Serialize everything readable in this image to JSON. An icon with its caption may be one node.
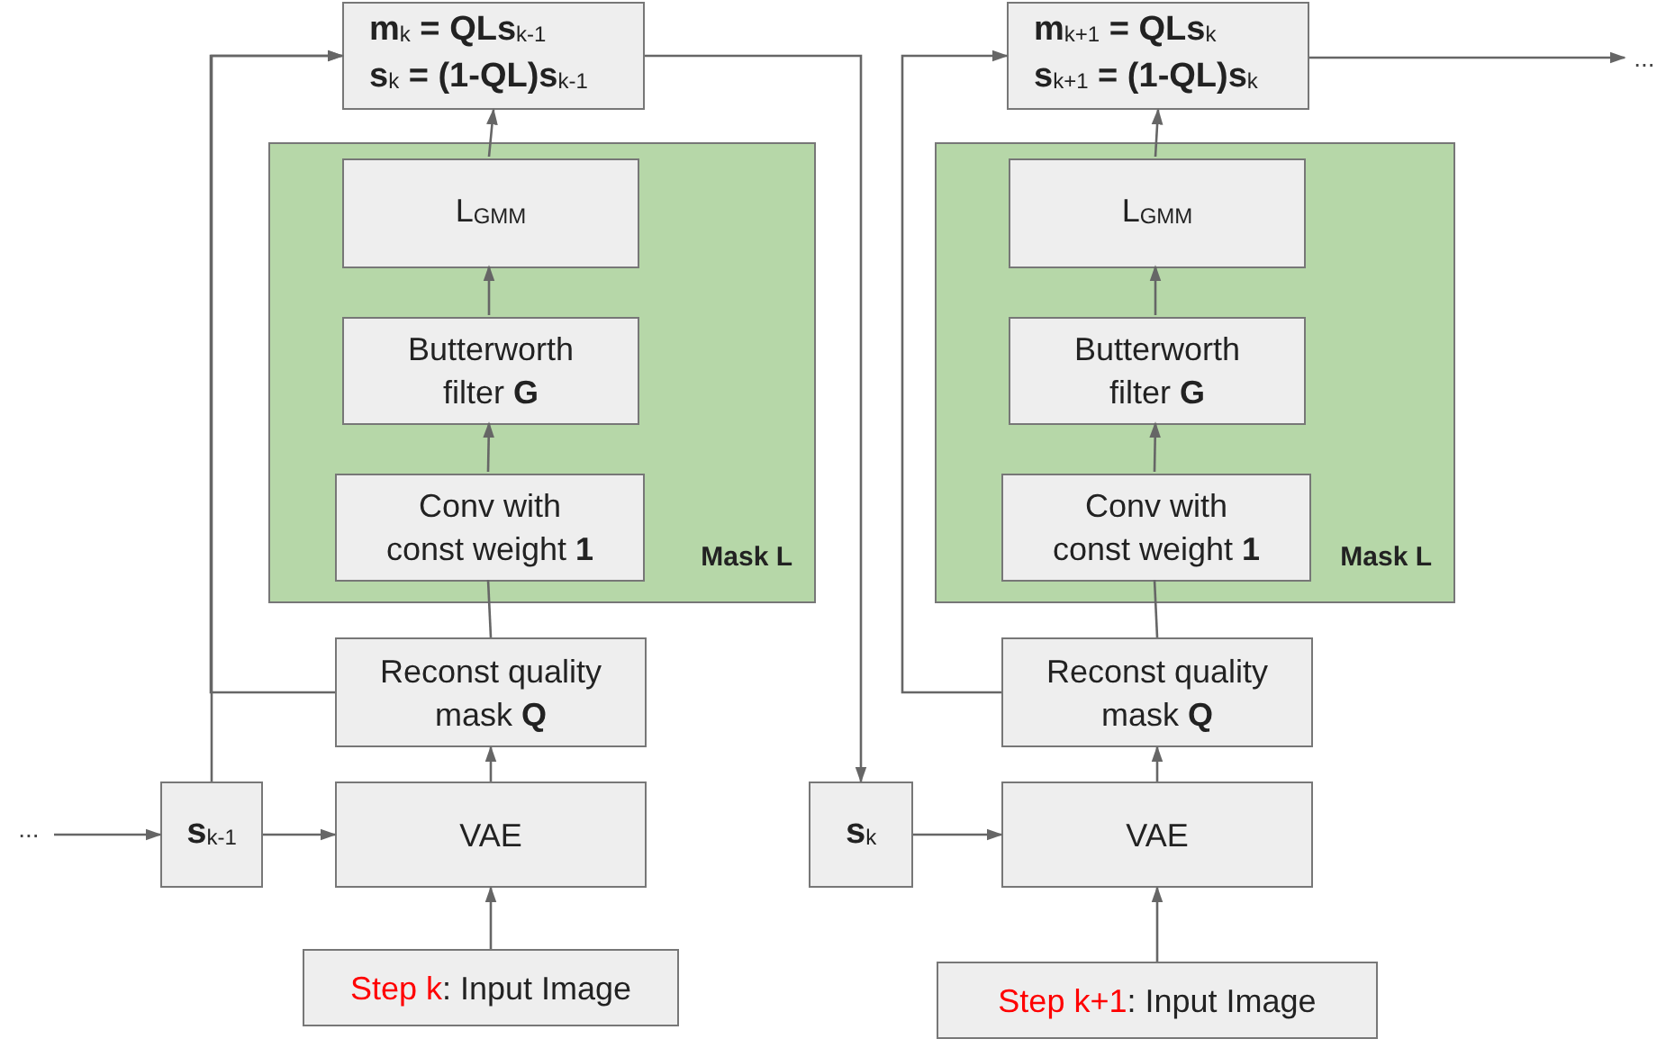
{
  "diagram": {
    "nodes": [
      {
        "text": [
          "**m**$_{k}$ = **QLs**$_{k-1}$",
          "**s**$_{k}$ **=  (1-QL)s**$_{k-1}$"
        ]
      },
      {
        "text": [
          "Mask L"
        ]
      },
      {
        "text": [
          "L$_{GMM}$"
        ],
        "in": 1
      },
      {
        "text": [
          "Butterworth filter **G**"
        ],
        "in": 1
      },
      {
        "text": [
          "Conv with const weight **1**"
        ],
        "in": 1
      },
      {
        "text": [
          "Reconst quality mask **Q**"
        ]
      },
      {
        "text": [
          "**s**$_{k-1}$"
        ]
      },
      {
        "text": [
          "VAE"
        ]
      },
      {
        "text": [
          "Step k",
          ": Input Image"
        ]
      },
      {
        "text": [
          "**m**$_{k+1}$ = **QLs**$_{k}$",
          "**s**$_{k+1}$ **=  (1-QL)s**$_{k}$"
        ]
      },
      {
        "text": [
          "Mask L"
        ]
      },
      {
        "text": [
          "L$_{GMM}$"
        ],
        "in": 10
      },
      {
        "text": [
          "Butterworth filter **G**"
        ],
        "in": 10
      },
      {
        "text": [
          "Conv with const weight **1**"
        ],
        "in": 10
      },
      {
        "text": [
          "Reconst quality mask **Q**"
        ]
      },
      {
        "text": [
          "**s**$_{k}$"
        ]
      },
      {
        "text": [
          "VAE"
        ]
      },
      {
        "text": [
          "Step k+1",
          ": Input Image"
        ]
      },
      {
        "text": [
          "..."
        ]
      },
      {
        "text": [
          "..."
        ]
      }
    ],
    "edges": [
      {
        "from": 18,
        "to": 6,
        "arrow": "to"
      },
      {
        "from": 6,
        "to": 7,
        "arrow": "to"
      },
      {
        "from": 8,
        "to": 7,
        "arrow": "to"
      },
      {
        "from": 7,
        "to": 5,
        "arrow": "to"
      },
      {
        "from": 5,
        "to": 4,
        "arrow": "none"
      },
      {
        "from": 4,
        "to": 3,
        "arrow": "to"
      },
      {
        "from": 3,
        "to": 2,
        "arrow": "to"
      },
      {
        "from": 2,
        "to": 0,
        "arrow": "to"
      },
      {
        "from": 6,
        "to": 0,
        "arrow": "to"
      },
      {
        "from": 5,
        "to": 0,
        "arrow": "to"
      },
      {
        "from": 0,
        "to": 15,
        "arrow": "to"
      },
      {
        "from": 15,
        "to": 16,
        "arrow": "to"
      },
      {
        "from": 17,
        "to": 16,
        "arrow": "to"
      },
      {
        "from": 16,
        "to": 14,
        "arrow": "to"
      },
      {
        "from": 14,
        "to": 13,
        "arrow": "none"
      },
      {
        "from": 13,
        "to": 12,
        "arrow": "to"
      },
      {
        "from": 12,
        "to": 11,
        "arrow": "to"
      },
      {
        "from": 11,
        "to": 9,
        "arrow": "to"
      },
      {
        "from": 14,
        "to": 9,
        "arrow": "to"
      },
      {
        "from": 9,
        "to": 19,
        "arrow": "to"
      }
    ]
  }
}
